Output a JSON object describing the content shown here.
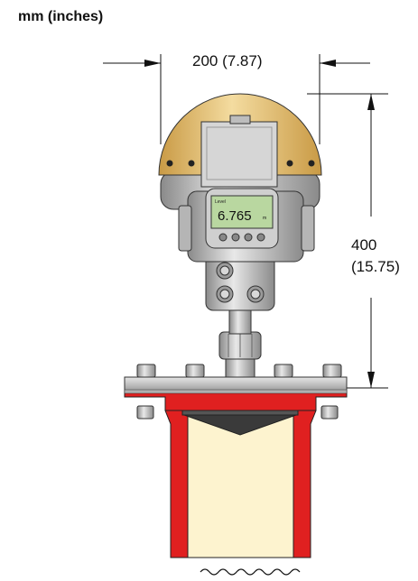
{
  "units_label": "mm (inches)",
  "width_dimension": "200 (7.87)",
  "height_dimension": {
    "line1": "400",
    "line2": "(15.75)"
  },
  "display": {
    "brand": "Level",
    "reading": "6.765",
    "unit": "m"
  },
  "colors": {
    "dome": "#e8c47a",
    "housing": "#c8c8c8",
    "flange_red": "#e02020",
    "pipe_fill": "#fdf3cf",
    "lcd": "#b9d7a0"
  }
}
